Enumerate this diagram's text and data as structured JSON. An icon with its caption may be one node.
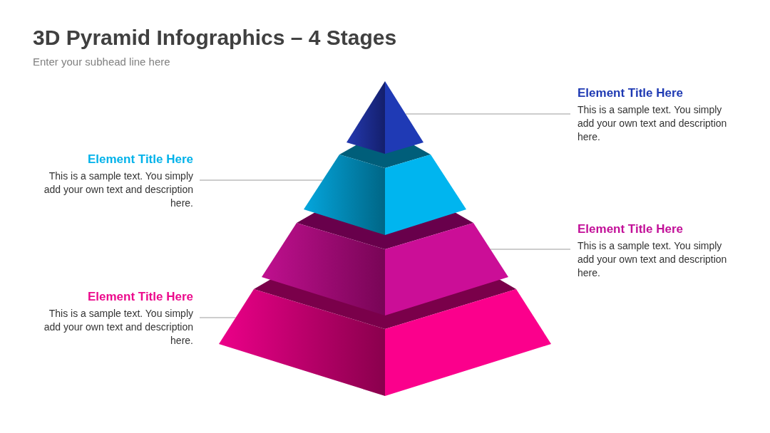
{
  "diagram": {
    "title": "3D Pyramid Infographics – 4 Stages",
    "nodes": [
      {
        "text": [
          "Element Title Here",
          "This is a sample text. You simply add your own text and description here."
        ]
      },
      {
        "text": [
          "Element Title Here",
          "This is a sample text. You simply add your own text and description here."
        ]
      },
      {
        "text": [
          "Element Title Here",
          "This is a sample text. You simply add your own text and description here."
        ]
      },
      {
        "text": [
          "Element Title Here",
          "This is a sample text. You simply add your own text and description here."
        ]
      },
      {
        "text": [],
        "shape": "triangle"
      },
      {
        "text": [],
        "shape": "trapezoid"
      },
      {
        "text": [],
        "shape": "trapezoid"
      },
      {
        "text": [],
        "shape": "trapezoid"
      }
    ],
    "edges": [
      {
        "from": 0,
        "to": 4,
        "arrow": "none"
      },
      {
        "from": 1,
        "to": 5,
        "arrow": "none"
      },
      {
        "from": 2,
        "to": 6,
        "arrow": "none"
      },
      {
        "from": 3,
        "to": 7,
        "arrow": "none"
      }
    ],
    "labels": [
      "Enter your subhead line here"
    ]
  }
}
